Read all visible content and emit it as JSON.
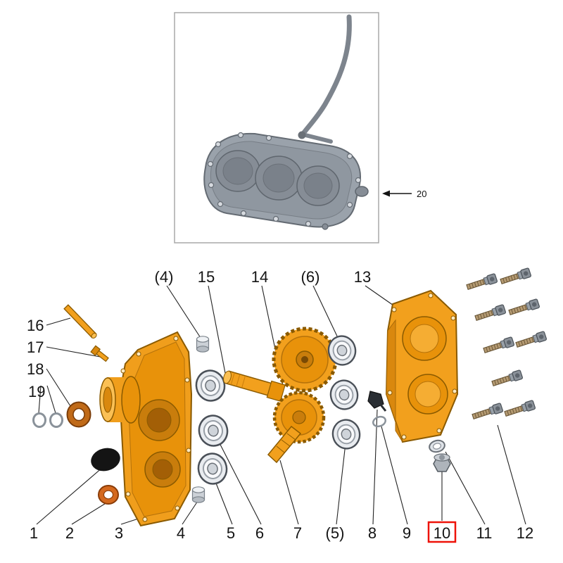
{
  "inset": {
    "part_label": "20"
  },
  "labels": {
    "top": [
      {
        "text": "(4)"
      },
      {
        "text": "15"
      },
      {
        "text": "14"
      },
      {
        "text": "(6)"
      },
      {
        "text": "13"
      }
    ],
    "left": [
      {
        "text": "16"
      },
      {
        "text": "17"
      },
      {
        "text": "18"
      },
      {
        "text": "19"
      }
    ],
    "bottom": [
      {
        "text": "1"
      },
      {
        "text": "2"
      },
      {
        "text": "3"
      },
      {
        "text": "4"
      },
      {
        "text": "5"
      },
      {
        "text": "6"
      },
      {
        "text": "7"
      },
      {
        "text": "(5)"
      },
      {
        "text": "8"
      },
      {
        "text": "9"
      },
      {
        "text": "10",
        "highlighted": true
      },
      {
        "text": "11"
      },
      {
        "text": "12"
      }
    ]
  },
  "colors": {
    "highlight_box": "#ee1209",
    "part_orange": "#f2a01d",
    "part_orange_dark": "#c97d0c",
    "metal_gray": "#9aa2ab",
    "line": "#1a1a1a"
  }
}
